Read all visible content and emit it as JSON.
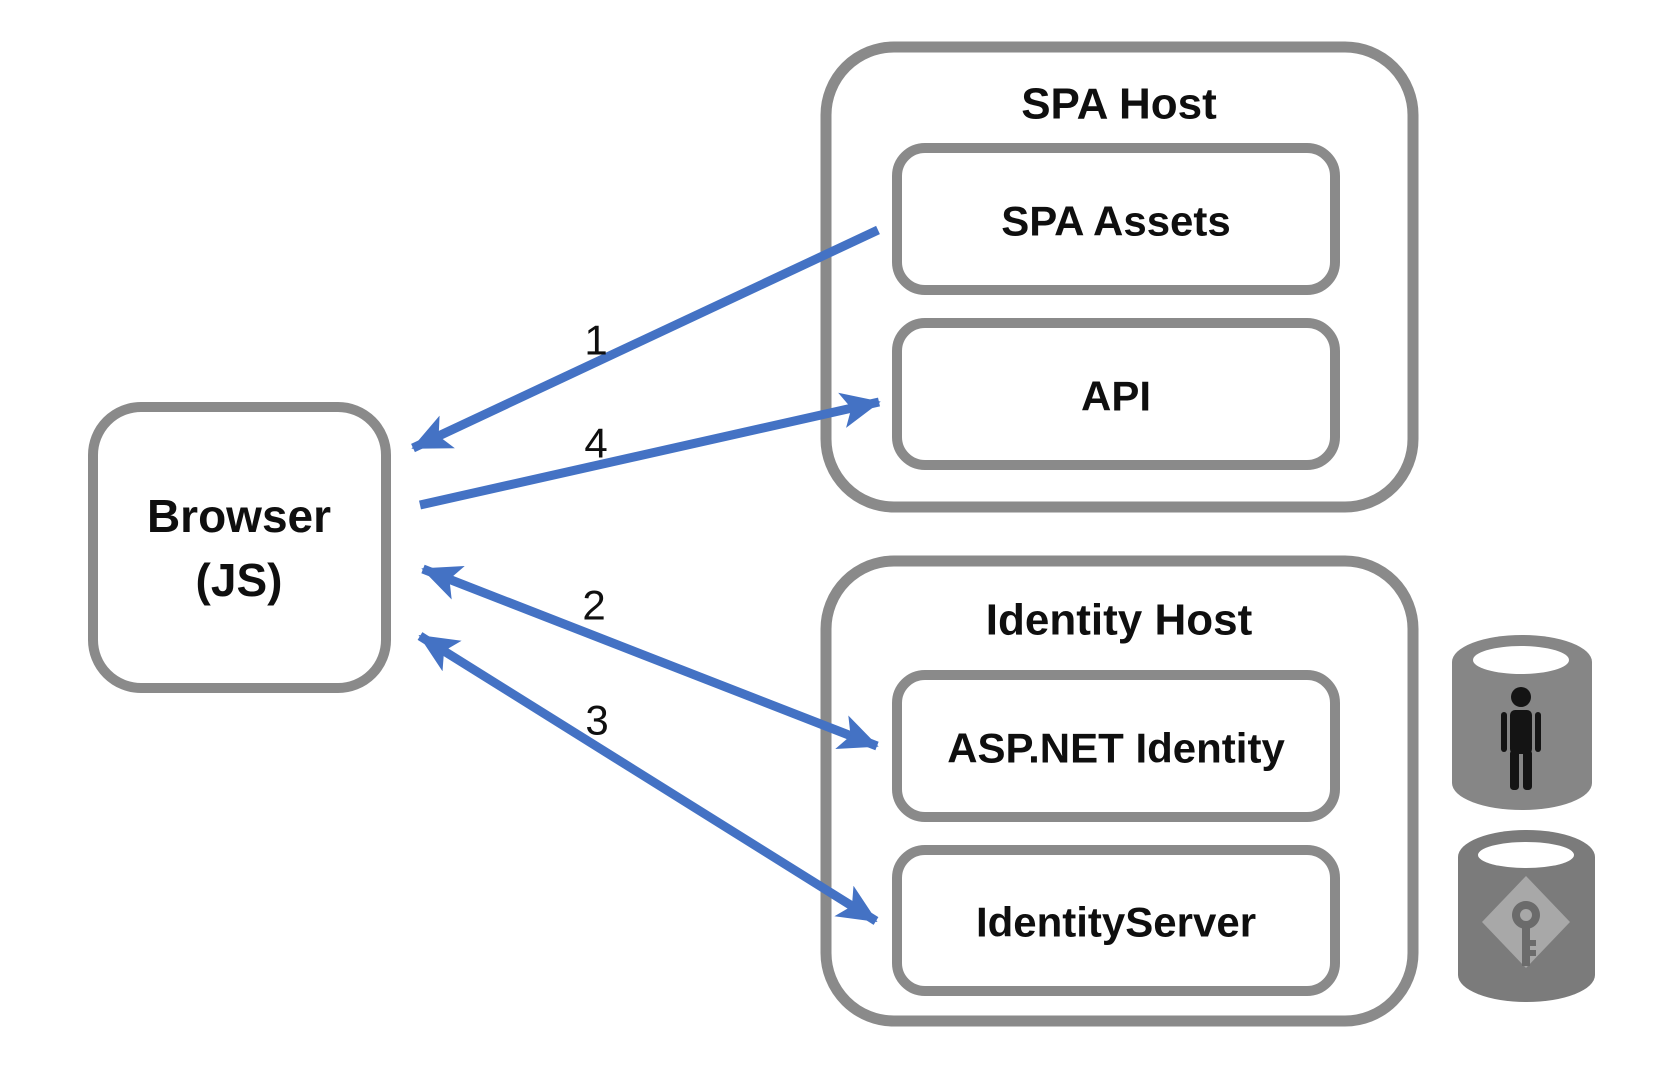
{
  "colors": {
    "background": "#FFFFFF",
    "arrow_blue": "#4472C4",
    "box_border_gray": "#8A8A8A",
    "text_black": "#0F0F0F",
    "cylinder_body": "#868686",
    "cylinder_body_dark": "#7B7B7B",
    "cylinder_opening": "#FFFFFF",
    "diamond_gray": "#A8A8A8",
    "person_black": "#141414",
    "key_gray": "#6B6B6B"
  },
  "diagram": {
    "browser": {
      "label_line1": "Browser",
      "label_line2": "(JS)"
    },
    "spa_host": {
      "title": "SPA Host",
      "boxes": {
        "spa_assets": "SPA Assets",
        "api": "API"
      }
    },
    "identity_host": {
      "title": "Identity Host",
      "boxes": {
        "aspnet_identity": "ASP.NET Identity",
        "identity_server": "IdentityServer"
      }
    },
    "arrows": [
      {
        "label": "1",
        "from": "SPA Assets",
        "to": "Browser (JS)",
        "bidirectional": false
      },
      {
        "label": "2",
        "from": "Browser (JS)",
        "to": "ASP.NET Identity",
        "bidirectional": true
      },
      {
        "label": "3",
        "from": "Browser (JS)",
        "to": "IdentityServer",
        "bidirectional": true
      },
      {
        "label": "4",
        "from": "Browser (JS)",
        "to": "API",
        "bidirectional": false
      }
    ],
    "databases": [
      {
        "icon": "person-icon"
      },
      {
        "icon": "key-icon"
      }
    ]
  }
}
